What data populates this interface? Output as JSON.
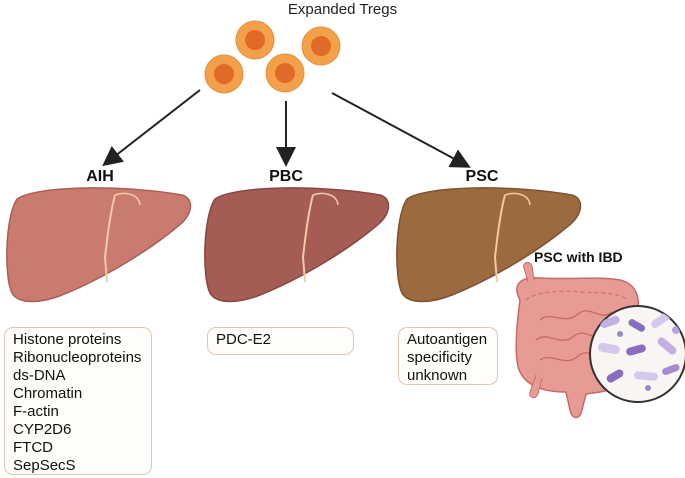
{
  "top_label": "Expanded Tregs",
  "diseases": [
    {
      "name": "AIH",
      "antigens": [
        "Histone proteins",
        "Ribonucleoproteins",
        "ds-DNA",
        "Chromatin",
        "F-actin",
        "CYP2D6",
        "FTCD",
        "SepSecS"
      ],
      "liver_color": "#c97b70"
    },
    {
      "name": "PBC",
      "antigens": [
        "PDC-E2"
      ],
      "liver_color": "#a45c55"
    },
    {
      "name": "PSC",
      "antigens": [
        "Autoantigen",
        "specificity",
        "unknown"
      ],
      "liver_color": "#9b6a3f"
    }
  ],
  "psc_ibd_label": "PSC with IBD",
  "colors": {
    "treg_outer": "#f2a14a",
    "treg_inner": "#e06a28",
    "box_border": "#d9c9b5",
    "intestine": "#e08a86",
    "microbe_purple": "#8a6cc0"
  }
}
